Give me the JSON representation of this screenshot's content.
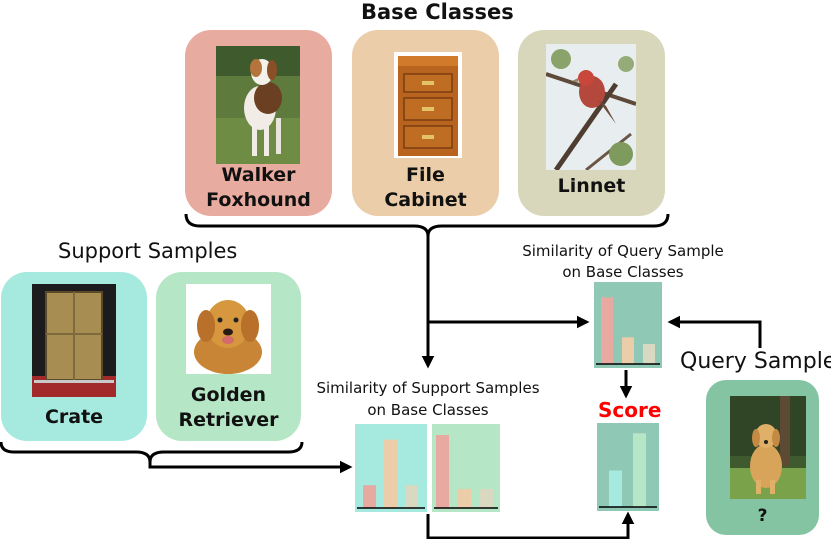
{
  "headings": {
    "base_classes": "Base Classes",
    "support_samples": "Support Samples",
    "query_sample": "Query Sample",
    "score": "Score"
  },
  "base_classes": [
    {
      "label_lines": [
        "Walker",
        "Foxhound"
      ],
      "color": "#e8ab9f"
    },
    {
      "label_lines": [
        "File",
        "Cabinet"
      ],
      "color": "#eccda9"
    },
    {
      "label_lines": [
        "Linnet"
      ],
      "color": "#d9d7bb"
    }
  ],
  "support_samples": [
    {
      "label_lines": [
        "Crate"
      ],
      "color": "#a6eadf"
    },
    {
      "label_lines": [
        "Golden",
        "Retriever"
      ],
      "color": "#b5e6c5"
    }
  ],
  "query": {
    "label": "?",
    "color": "#84c4a3"
  },
  "captions": {
    "query_similarity": [
      "Similarity of Query Sample",
      "on Base Classes"
    ],
    "support_similarity": [
      "Similarity of Support Samples",
      "on Base Classes"
    ]
  },
  "chart_data": [
    {
      "type": "bar",
      "name": "query-similarity",
      "panel_color": "#8fc9b5",
      "categories": [
        "Walker Foxhound",
        "File Cabinet",
        "Linnet"
      ],
      "values": [
        0.9,
        0.36,
        0.27
      ],
      "bar_colors": [
        "#e8aaa0",
        "#eccda9",
        "#d8d9c0"
      ],
      "ylim": [
        0,
        1
      ]
    },
    {
      "type": "bar",
      "name": "crate-similarity",
      "panel_color": "#a6eadf",
      "categories": [
        "Walker Foxhound",
        "File Cabinet",
        "Linnet"
      ],
      "values": [
        0.3,
        0.9,
        0.3
      ],
      "bar_colors": [
        "#e8aaa0",
        "#eccda9",
        "#d8d9c0"
      ],
      "ylim": [
        0,
        1
      ]
    },
    {
      "type": "bar",
      "name": "golden-retriever-similarity",
      "panel_color": "#b5e6c5",
      "categories": [
        "Walker Foxhound",
        "File Cabinet",
        "Linnet"
      ],
      "values": [
        0.96,
        0.25,
        0.25
      ],
      "bar_colors": [
        "#e8aaa0",
        "#eccda9",
        "#d8d9c0"
      ],
      "ylim": [
        0,
        1
      ]
    },
    {
      "type": "bar",
      "name": "score",
      "panel_color": "#8fc9b5",
      "categories": [
        "Crate",
        "Golden Retriever"
      ],
      "values": [
        0.48,
        0.97
      ],
      "bar_colors": [
        "#a6eadf",
        "#b5e6c5"
      ],
      "ylim": [
        0,
        1
      ]
    }
  ],
  "colors": {
    "score_text": "#ff0000",
    "line": "#000000"
  }
}
